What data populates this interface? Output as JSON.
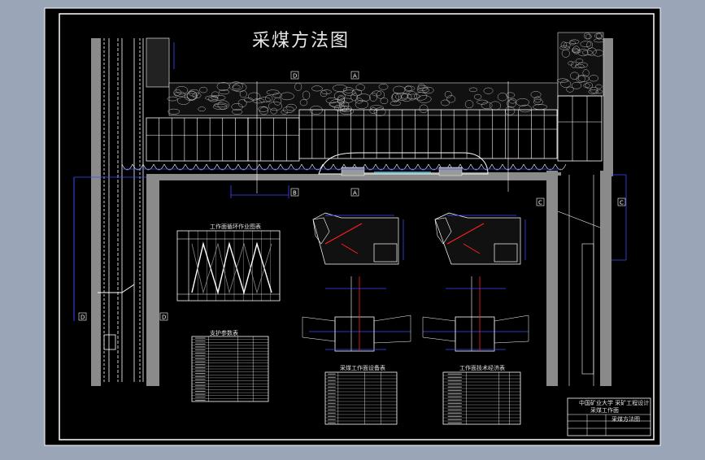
{
  "drawing": {
    "title": "采煤方法图",
    "colors": {
      "background_outer": "#9aa6b7",
      "sheet": "#000000",
      "lines": "#ffffff",
      "roadway_gray": "#8a8a8a",
      "dimension_blue": "#3a4cff",
      "highlight_red": "#ff2020",
      "cyan": "#40e0ff"
    },
    "section_markers": [
      "D",
      "A",
      "B",
      "A",
      "C",
      "C",
      "D",
      "D"
    ],
    "table_captions": {
      "cycle_chart": "工作面循环作业图表",
      "equipment_table": "采煤工作面设备表",
      "support_table_left": "支护参数表",
      "support_table_right": "工作面技术经济表"
    },
    "title_block": {
      "line1": "中国矿业大学 采矿工程设计",
      "line2": "采煤工作面",
      "line3": "采煤方法图"
    }
  }
}
